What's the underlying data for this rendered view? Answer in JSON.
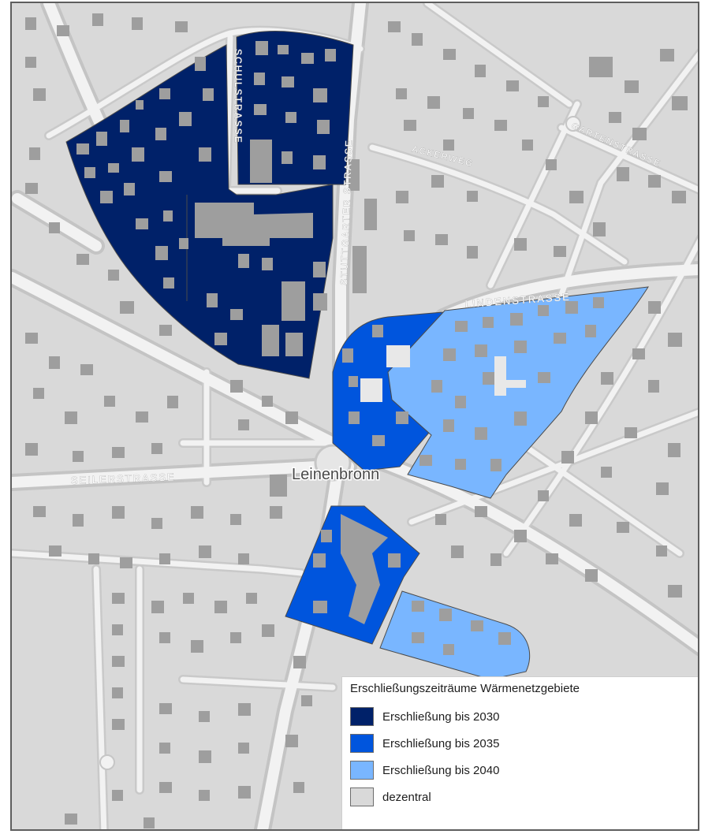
{
  "map": {
    "colors": {
      "background": "#d9d9d9",
      "road_fill": "#f2f2f2",
      "road_casing": "#c6c6c6",
      "building": "#9e9e9e",
      "zone_2030": "#002169",
      "zone_2035": "#0055dd",
      "zone_2040": "#79b6ff"
    },
    "street_labels": {
      "schulstrasse": "SCHULSTRASSE",
      "stuttgarter_strasse": "STUTTGARTER STRASSE",
      "lindenstrasse": "LINDENSTRASSE",
      "ackerweg": "ACKERWEG",
      "seilerstrasse": "SEILERSTRASSE",
      "gartenstrasse": "GARTENSTRASSE"
    },
    "place_label": "Leinenbronn"
  },
  "legend": {
    "title": "Erschließungszeiträume Wärmenetzgebiete",
    "items": [
      {
        "label": "Erschließung bis 2030",
        "color": "#002169"
      },
      {
        "label": "Erschließung bis 2035",
        "color": "#0055dd"
      },
      {
        "label": "Erschließung bis 2040",
        "color": "#79b6ff"
      },
      {
        "label": "dezentral",
        "color": "#d9d9d9"
      }
    ]
  }
}
